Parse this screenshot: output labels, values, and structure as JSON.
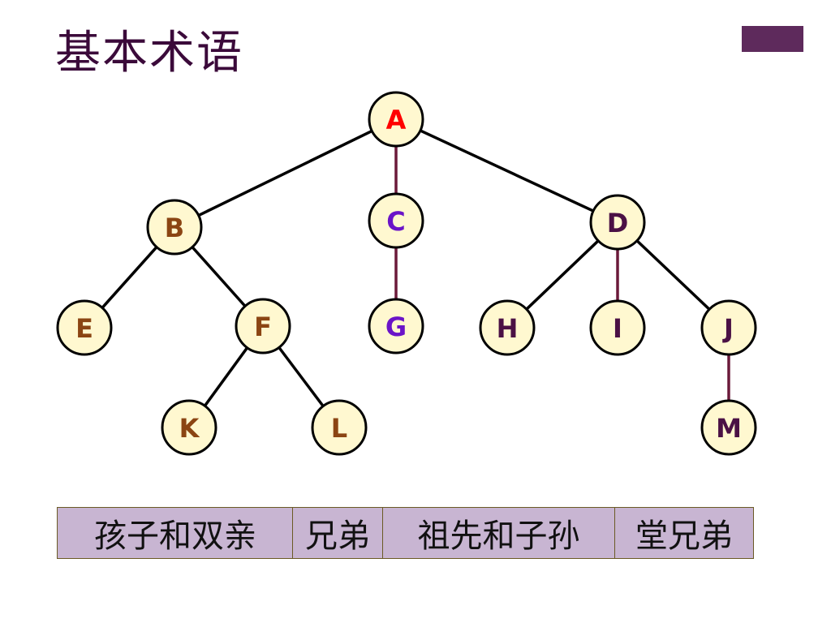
{
  "slide": {
    "title": "基本术语"
  },
  "tree": {
    "nodes": [
      {
        "id": "A",
        "label": "A",
        "color": "#ff0000"
      },
      {
        "id": "B",
        "label": "B",
        "color": "#8b4513"
      },
      {
        "id": "C",
        "label": "C",
        "color": "#6b14c8"
      },
      {
        "id": "D",
        "label": "D",
        "color": "#4b1145"
      },
      {
        "id": "E",
        "label": "E",
        "color": "#8b4513"
      },
      {
        "id": "F",
        "label": "F",
        "color": "#8b4513"
      },
      {
        "id": "G",
        "label": "G",
        "color": "#6b14c8"
      },
      {
        "id": "H",
        "label": "H",
        "color": "#4b1145"
      },
      {
        "id": "I",
        "label": "I",
        "color": "#4b1145"
      },
      {
        "id": "J",
        "label": "J",
        "color": "#4b1145"
      },
      {
        "id": "K",
        "label": "K",
        "color": "#8b4513"
      },
      {
        "id": "L",
        "label": "L",
        "color": "#8b4513"
      },
      {
        "id": "M",
        "label": "M",
        "color": "#4b1145"
      }
    ],
    "edges": [
      {
        "from": "A",
        "to": "B",
        "color": "#000000"
      },
      {
        "from": "A",
        "to": "C",
        "color": "#6b1a3a"
      },
      {
        "from": "A",
        "to": "D",
        "color": "#000000"
      },
      {
        "from": "B",
        "to": "E",
        "color": "#000000"
      },
      {
        "from": "B",
        "to": "F",
        "color": "#000000"
      },
      {
        "from": "C",
        "to": "G",
        "color": "#6b1a3a"
      },
      {
        "from": "D",
        "to": "H",
        "color": "#000000"
      },
      {
        "from": "D",
        "to": "I",
        "color": "#6b1a3a"
      },
      {
        "from": "D",
        "to": "J",
        "color": "#000000"
      },
      {
        "from": "F",
        "to": "K",
        "color": "#000000"
      },
      {
        "from": "F",
        "to": "L",
        "color": "#000000"
      },
      {
        "from": "J",
        "to": "M",
        "color": "#6b1a3a"
      }
    ],
    "node_fill": "#fff8d0",
    "node_stroke": "#000000"
  },
  "terms": {
    "children_parents": "孩子和双亲",
    "siblings": "兄弟",
    "ancestors_descendants": "祖先和子孙",
    "cousins": "堂兄弟"
  },
  "colors": {
    "title": "#3b0a3a",
    "accent_block": "#5e2a5c",
    "term_background": "#c8b5d2",
    "term_border": "#6b5a25"
  }
}
